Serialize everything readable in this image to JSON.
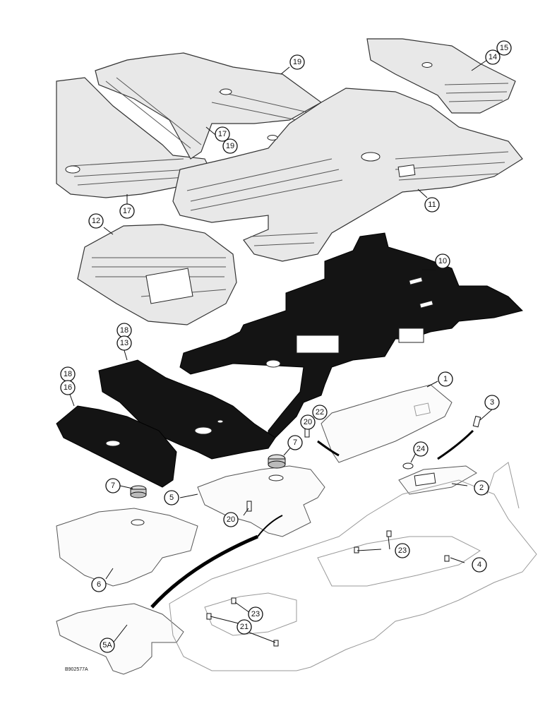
{
  "callouts": {
    "c1": "1",
    "c2": "2",
    "c3": "3",
    "c4": "4",
    "c5": "5",
    "c5a": "5A",
    "c6": "6",
    "c7a": "7",
    "c7b": "7",
    "c10": "10",
    "c11": "11",
    "c12": "12",
    "c13": "13",
    "c14": "14",
    "c15": "15",
    "c16": "16",
    "c17a": "17",
    "c17b": "17",
    "c18a": "18",
    "c18b": "18",
    "c19a": "19",
    "c19b": "19",
    "c20a": "20",
    "c20b": "20",
    "c21": "21",
    "c22": "22",
    "c23a": "23",
    "c23b": "23",
    "c24": "24"
  },
  "drawing_id": "B902577A"
}
